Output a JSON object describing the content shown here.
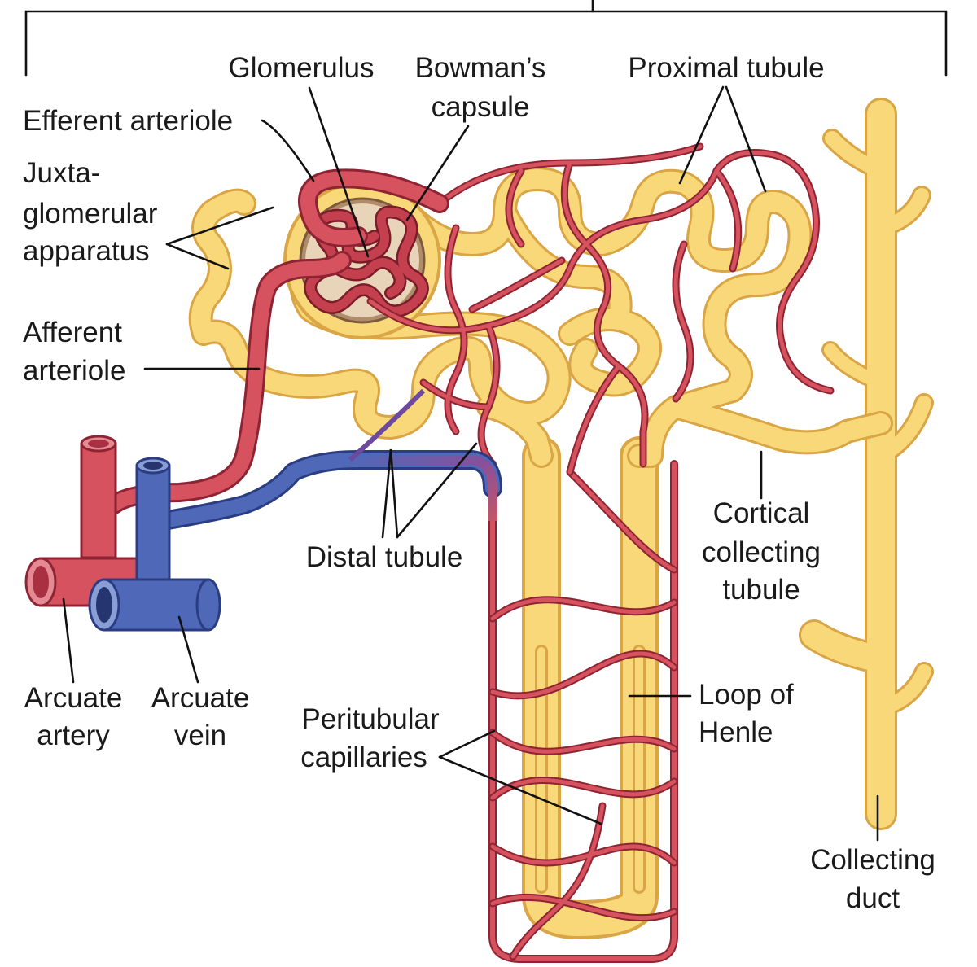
{
  "labels": {
    "glomerulus": "Glomerulus",
    "bowmans_1": "Bowman’s",
    "bowmans_2": "capsule",
    "proximal": "Proximal tubule",
    "efferent": "Efferent arteriole",
    "juxta_1": "Juxta-",
    "juxta_2": "glomerular",
    "juxta_3": "apparatus",
    "afferent_1": "Afferent",
    "afferent_2": "arteriole",
    "distal": "Distal tubule",
    "cortical_1": "Cortical",
    "cortical_2": "collecting",
    "cortical_3": "tubule",
    "artery_1": "Arcuate",
    "artery_2": "artery",
    "vein_1": "Arcuate",
    "vein_2": "vein",
    "peri_1": "Peritubular",
    "peri_2": "capillaries",
    "loop_1": "Loop of",
    "loop_2": "Henle",
    "duct_1": "Collecting",
    "duct_2": "duct"
  },
  "colors": {
    "tubule": "#f8d878",
    "tubule_outline": "#d9a545",
    "arterial": "#d5525e",
    "arterial_outline": "#8e2433",
    "venous": "#4f68b8",
    "venous_outline": "#2b3d82",
    "glomerulus": "#c4404f",
    "capsule_space": "#b08c6a"
  }
}
